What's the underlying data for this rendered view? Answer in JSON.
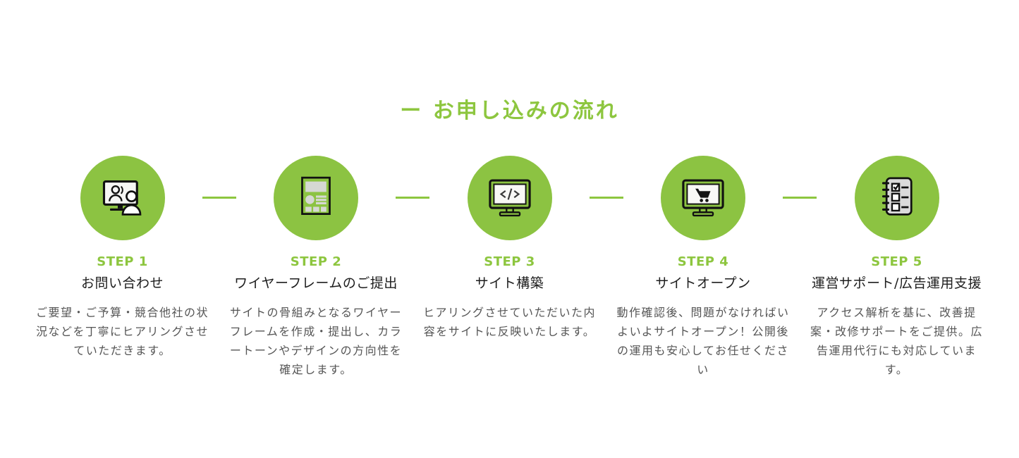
{
  "page": {
    "heading": "ー お申し込みの流れ"
  },
  "colors": {
    "accent_green": "#8dc63f",
    "circle_green": "#8cc342",
    "title_text": "#1e1e1e",
    "body_text": "#555555"
  },
  "steps": [
    {
      "label": "STEP 1",
      "title": "お問い合わせ",
      "description": "ご要望・ご予算・競合他社の状況などを丁寧にヒアリングさせていただきます。",
      "icon": "video-consultation-icon"
    },
    {
      "label": "STEP 2",
      "title": "ワイヤーフレームのご提出",
      "description": "サイトの骨組みとなるワイヤーフレームを作成・提出し、カラートーンやデザインの方向性を確定します。",
      "icon": "wireframe-document-icon"
    },
    {
      "label": "STEP 3",
      "title": "サイト構築",
      "description": "ヒアリングさせていただいた内容をサイトに反映いたします。",
      "icon": "code-monitor-icon"
    },
    {
      "label": "STEP 4",
      "title": "サイトオープン",
      "description": "動作確認後、問題がなければいよいよサイトオープン！公開後の運用も安心してお任せください",
      "icon": "cart-monitor-icon"
    },
    {
      "label": "STEP 5",
      "title": "運営サポート/広告運用支援",
      "description": "アクセス解析を基に、改善提案・改修サポートをご提供。広告運用代行にも対応しています。",
      "icon": "checklist-notebook-icon"
    }
  ]
}
